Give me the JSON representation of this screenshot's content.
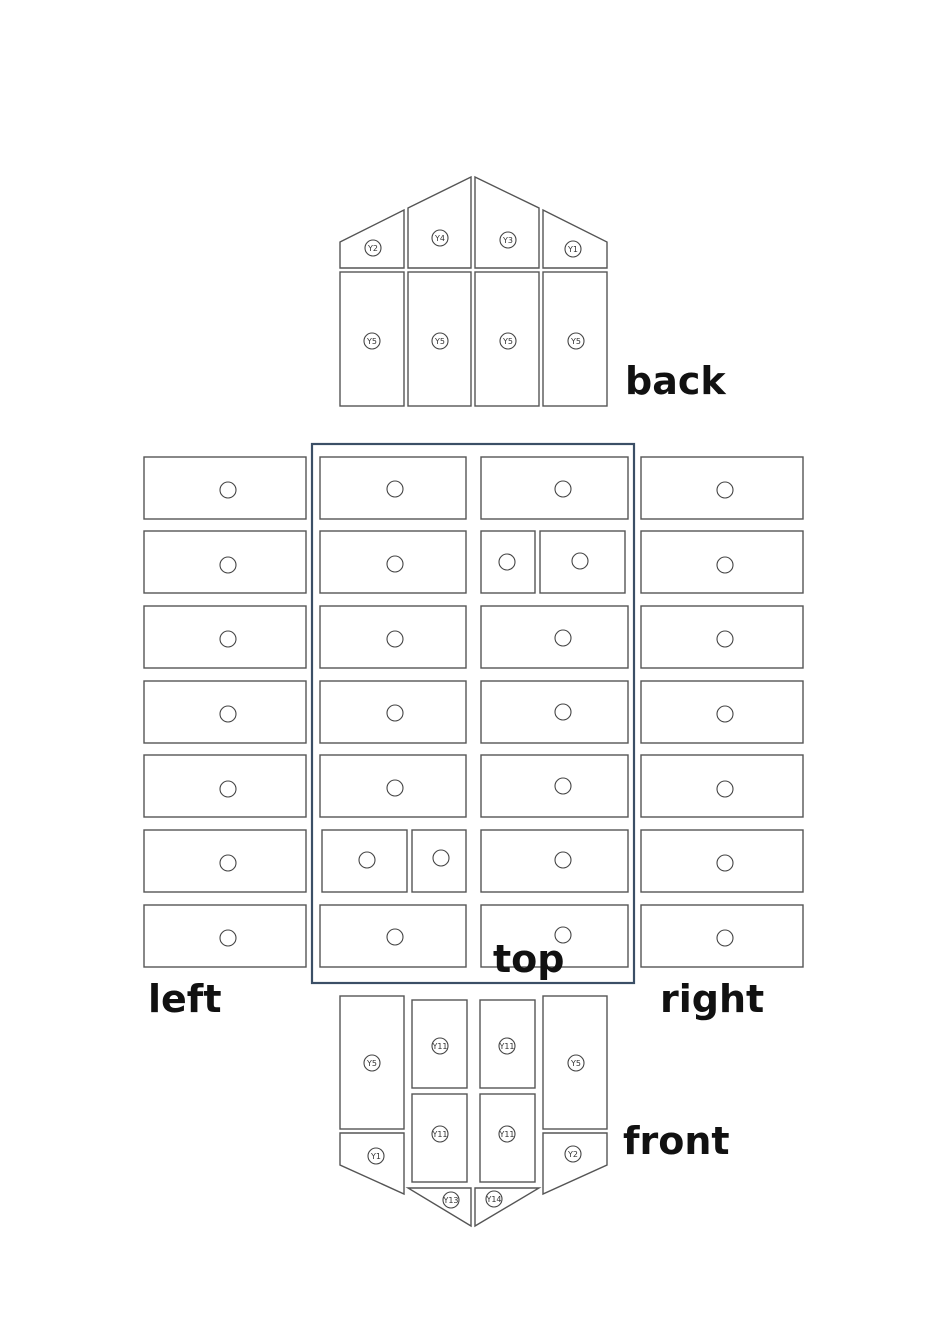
{
  "labels": {
    "back": "back",
    "top": "top",
    "left": "left",
    "right": "right",
    "front": "front"
  },
  "colors": {
    "line": "#555555",
    "frame": "#3b4f66",
    "text": "#111111"
  },
  "back": {
    "upper_markers": [
      "Y2",
      "Y4",
      "Y3",
      "Y1"
    ],
    "lower_markers": [
      "Y5",
      "Y5",
      "Y5",
      "Y5"
    ]
  },
  "front": {
    "side_markers": [
      "Y5",
      "Y5"
    ],
    "inner_markers": [
      "Y11",
      "Y11",
      "Y11",
      "Y11"
    ],
    "corner_markers": [
      "Y1",
      "Y2"
    ],
    "tip_markers": [
      "Y13",
      "Y14"
    ]
  }
}
